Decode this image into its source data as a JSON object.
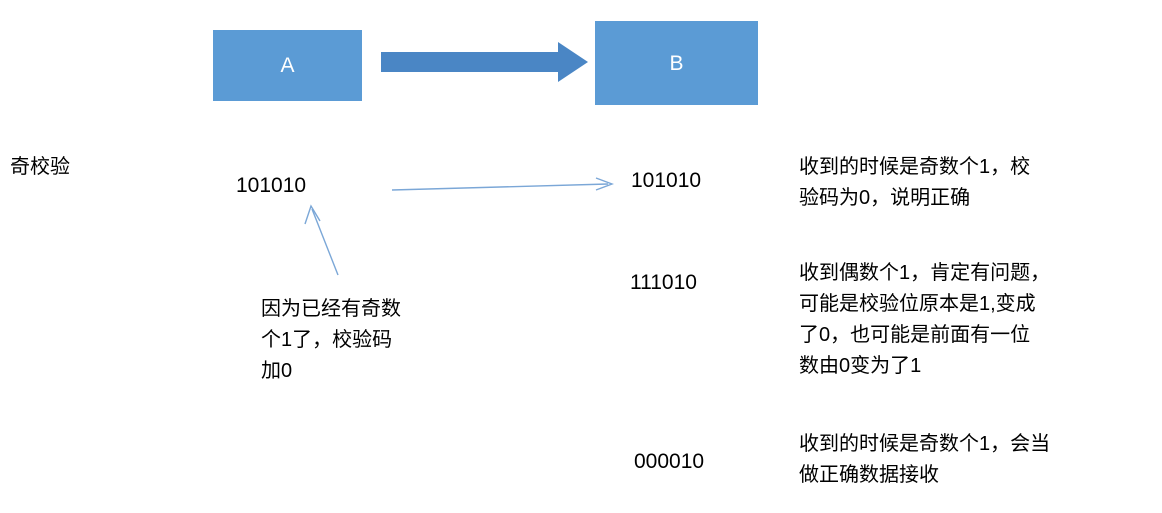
{
  "diagram": {
    "title_label": "奇校验",
    "nodes": [
      {
        "id": "a",
        "label": "A"
      },
      {
        "id": "b",
        "label": "B"
      }
    ],
    "colors": {
      "node_fill": "#5B9BD5",
      "node_text": "#FFFFFF",
      "thick_arrow": "#4A86C5",
      "thin_arrow": "#7BA7D7",
      "text": "#000000",
      "background": "#FFFFFF"
    },
    "arrows": [
      {
        "id": "transmit-arrow",
        "name": "thick-arrow-a-to-b"
      },
      {
        "id": "data-flow-arrow",
        "name": "thin-arrow-sent-to-received"
      },
      {
        "id": "callout-arrow",
        "name": "thin-arrow-annotation-to-sent-binary"
      }
    ],
    "sent": {
      "binary": "101010",
      "annotation": "因为已经有奇数\n个1了，校验码\n加0"
    },
    "received": [
      {
        "binary": "101010",
        "note": "收到的时候是奇数个1，校\n验码为0，说明正确"
      },
      {
        "binary": "111010",
        "note": "收到偶数个1，肯定有问题，\n可能是校验位原本是1,变成\n了0，也可能是前面有一位\n数由0变为了1"
      },
      {
        "binary": "000010",
        "note": "收到的时候是奇数个1，会当\n做正确数据接收"
      }
    ]
  }
}
